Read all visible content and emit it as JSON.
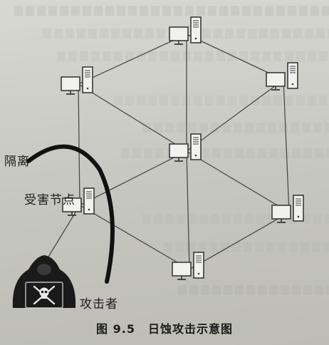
{
  "labels": {
    "isolation": "隔离",
    "victim": "受害节点",
    "attacker": "攻击者"
  },
  "caption": {
    "number": "图 9.5",
    "title": "日蚀攻击示意图"
  },
  "colors": {
    "line": "#4a4a4a",
    "device_fill": "#f1f1ee",
    "device_stroke": "#3a3a3a",
    "arc": "#111111",
    "attacker_fill": "#1a1a1a"
  },
  "icons": {
    "node": "computer-node-icon",
    "attacker": "hooded-hacker-icon",
    "isolation": "isolation-arc"
  }
}
